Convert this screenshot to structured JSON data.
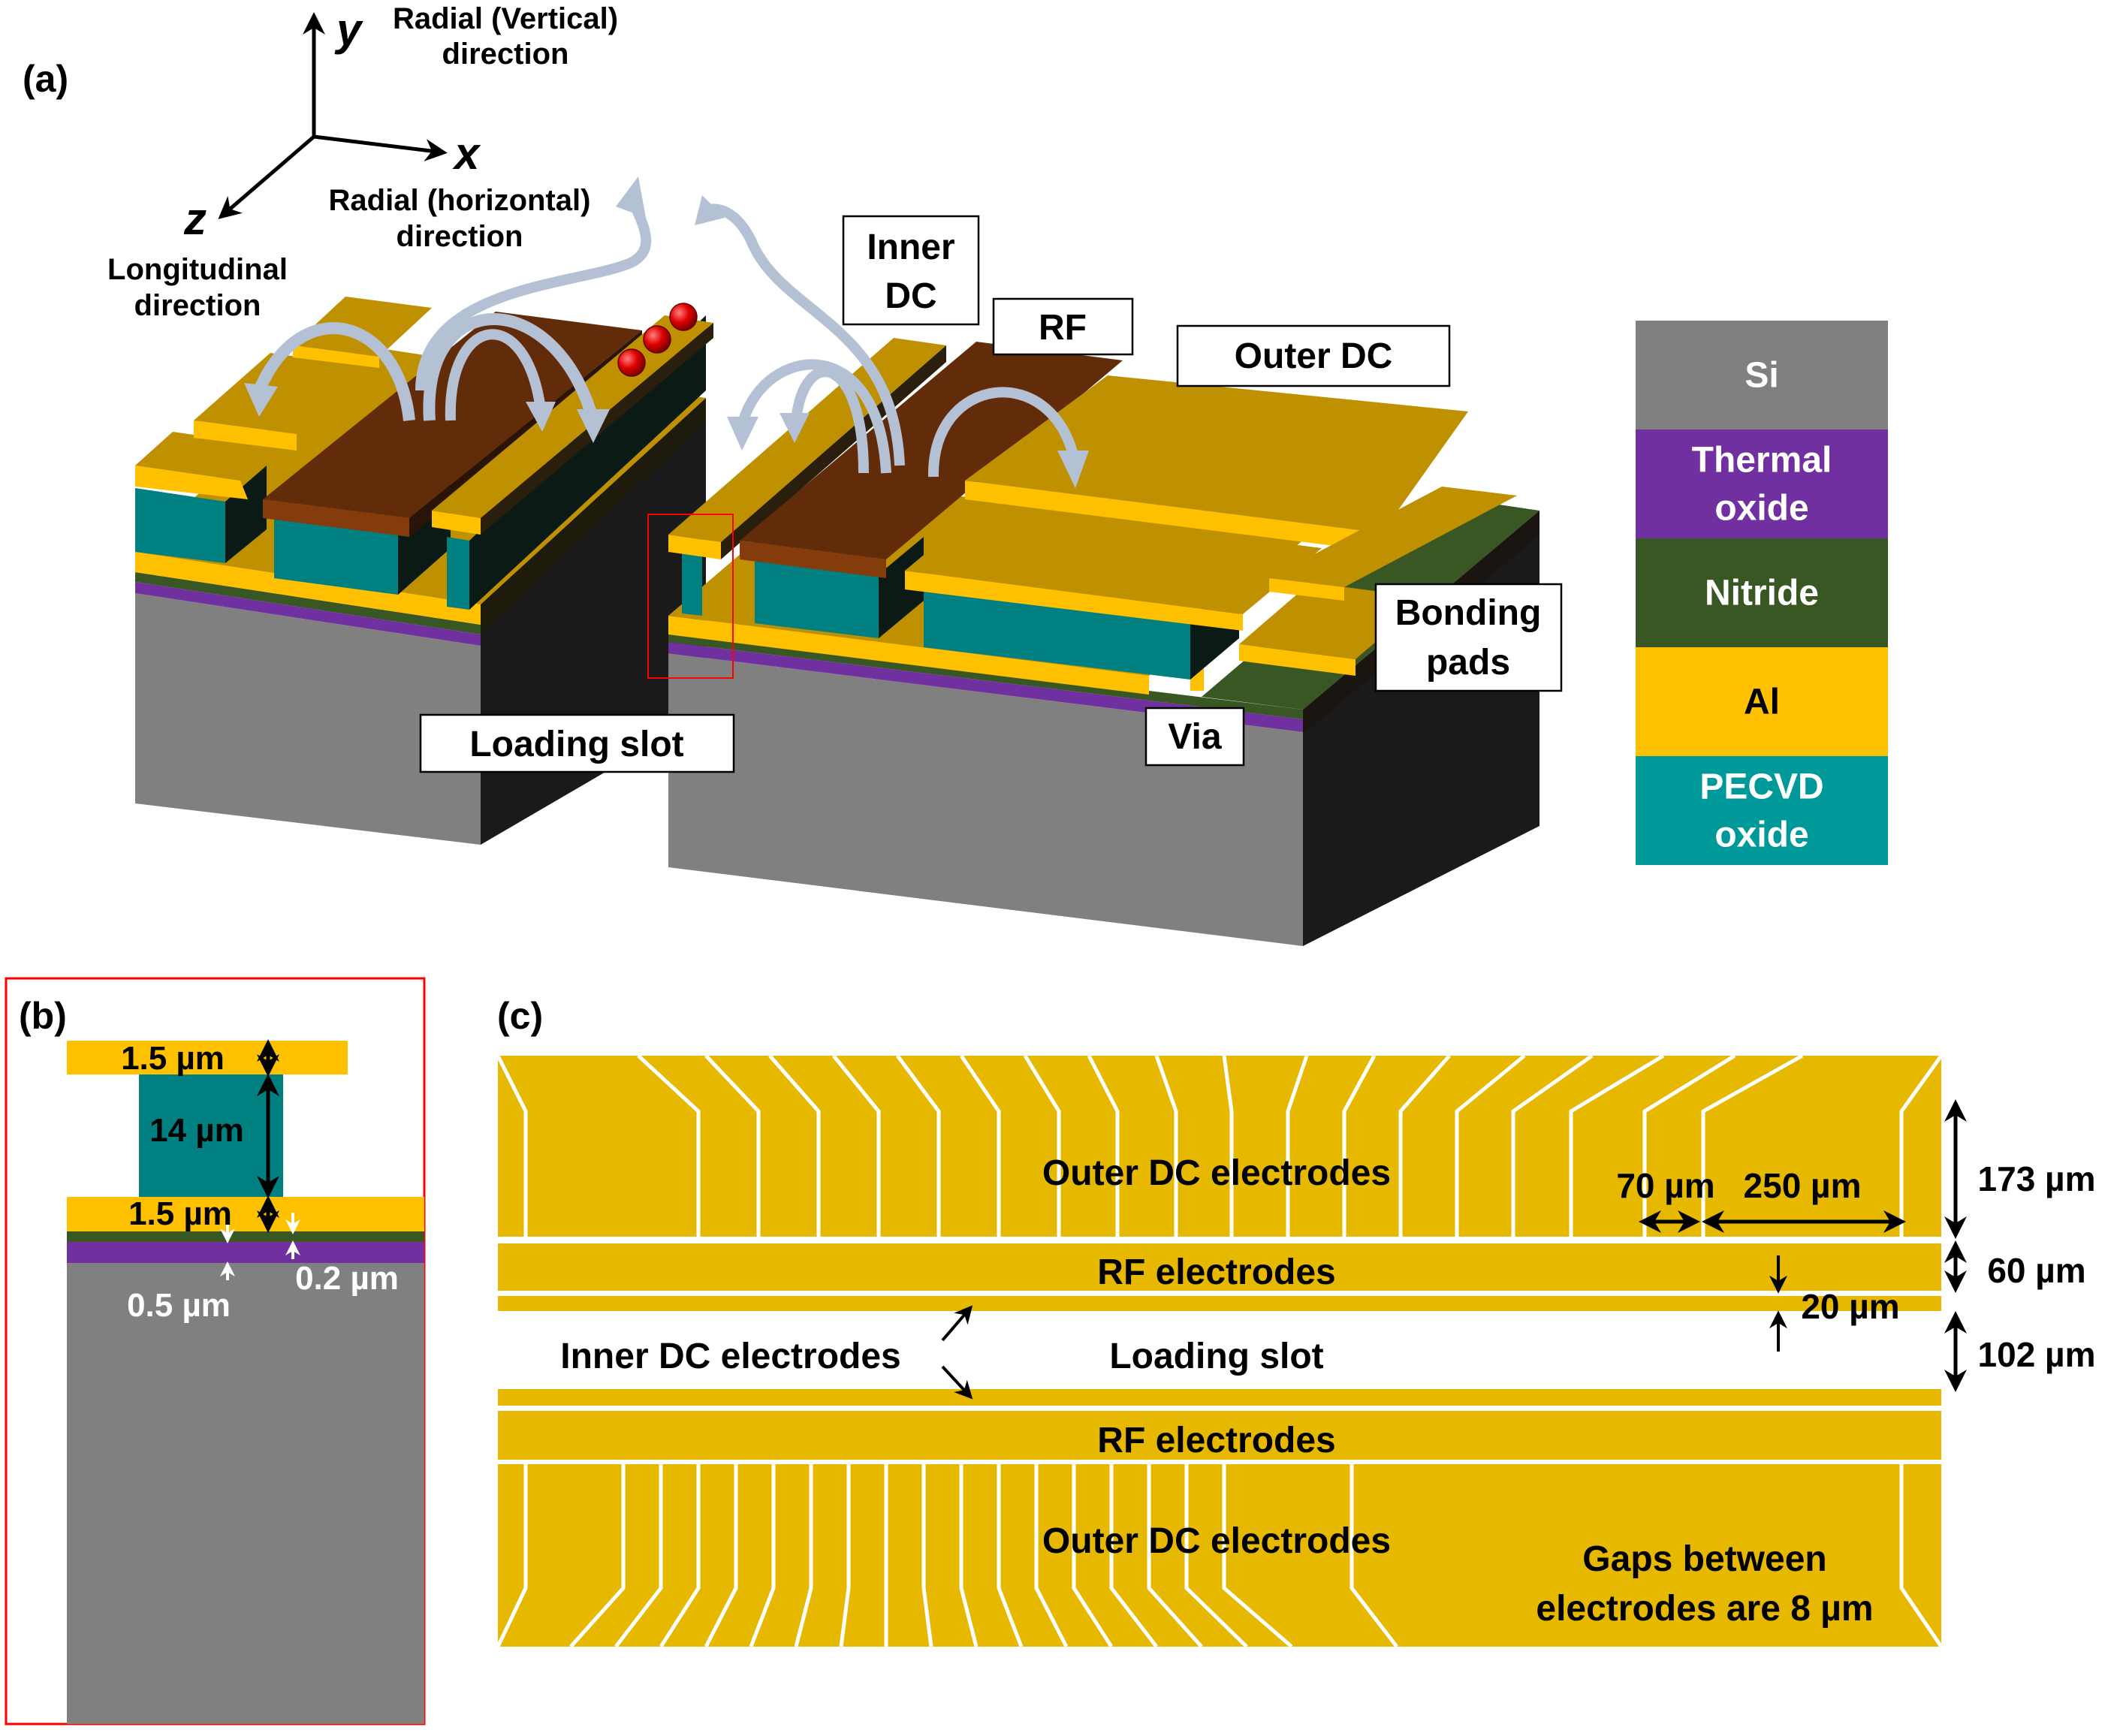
{
  "panels": {
    "a": {
      "label": "(a)",
      "axes": {
        "y": {
          "letter": "y",
          "line1": "Radial (Vertical)",
          "line2": "direction"
        },
        "x": {
          "letter": "x",
          "line1": "Radial (horizontal)",
          "line2": "direction"
        },
        "z": {
          "letter": "z",
          "line1": "Longitudinal",
          "line2": "direction"
        }
      },
      "callouts": {
        "inner_dc": {
          "line1": "Inner",
          "line2": "DC"
        },
        "rf": "RF",
        "outer_dc": "Outer DC",
        "bonding_pads": {
          "line1": "Bonding",
          "line2": "pads"
        },
        "via": "Via",
        "loading_slot": "Loading slot"
      },
      "ion_count": 3
    },
    "b": {
      "label": "(b)",
      "dimensions": {
        "top_al": "1.5 µm",
        "pecvd": "14 µm",
        "bottom_al": "1.5 µm",
        "thermal_oxide": "0.5 µm",
        "nitride": "0.2 µm"
      }
    },
    "c": {
      "label": "(c)",
      "labels": {
        "outer_dc_top": "Outer DC electrodes",
        "rf_top": "RF electrodes",
        "inner_dc": "Inner DC electrodes",
        "loading_slot": "Loading slot",
        "rf_bottom": "RF electrodes",
        "outer_dc_bottom": "Outer DC electrodes",
        "gaps_line1": "Gaps between",
        "gaps_line2": "electrodes are 8 µm"
      },
      "dimensions": {
        "w70": "70 µm",
        "w250": "250 µm",
        "h173": "173 µm",
        "h60": "60 µm",
        "h20": "20 µm",
        "h102": "102 µm"
      }
    }
  },
  "legend": {
    "items": [
      {
        "label_line1": "Si",
        "label_line2": "",
        "color": "#808080",
        "text_color": "#ffffff"
      },
      {
        "label_line1": "Thermal",
        "label_line2": "oxide",
        "color": "#7030a0",
        "text_color": "#ffffff"
      },
      {
        "label_line1": "Nitride",
        "label_line2": "",
        "color": "#385723",
        "text_color": "#ffffff"
      },
      {
        "label_line1": "Al",
        "label_line2": "",
        "color": "#ffc000",
        "text_color": "#000000"
      },
      {
        "label_line1": "PECVD",
        "label_line2": "oxide",
        "color": "#009999",
        "text_color": "#ffffff"
      }
    ]
  },
  "colors": {
    "al_top": "#bf9000",
    "al_edge": "#ffc000",
    "rf_top": "#622c0a",
    "rf_edge": "#843c0c",
    "pecvd": "#008080",
    "dark_side": "#0c1a16",
    "si_front": "#808080",
    "si_side": "#1a1a1a",
    "trace_gold": "#e6b800",
    "panel_b_border": "#ff0000",
    "ion": "#e00000",
    "field_arrow": "#b4c0d4"
  }
}
